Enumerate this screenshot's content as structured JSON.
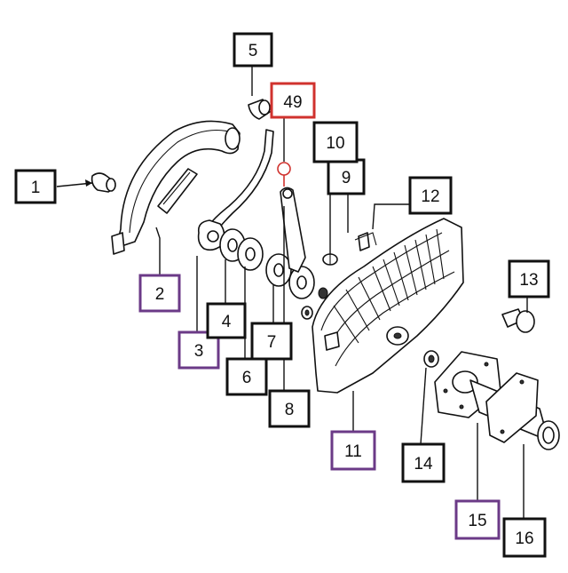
{
  "colors": {
    "box_default": "#111111",
    "box_purple": "#6b3a87",
    "box_red": "#d0322e",
    "line": "#111111",
    "background": "#ffffff"
  },
  "callouts": [
    {
      "id": "c1",
      "text": "1",
      "style": "default"
    },
    {
      "id": "c2",
      "text": "2",
      "style": "purple"
    },
    {
      "id": "c3",
      "text": "3",
      "style": "purple"
    },
    {
      "id": "c4",
      "text": "4",
      "style": "default"
    },
    {
      "id": "c5",
      "text": "5",
      "style": "default"
    },
    {
      "id": "c6",
      "text": "6",
      "style": "default"
    },
    {
      "id": "c7",
      "text": "7",
      "style": "default"
    },
    {
      "id": "c8",
      "text": "8",
      "style": "default"
    },
    {
      "id": "c9",
      "text": "9",
      "style": "default"
    },
    {
      "id": "c10",
      "text": "10",
      "style": "default"
    },
    {
      "id": "c11",
      "text": "11",
      "style": "purple"
    },
    {
      "id": "c12",
      "text": "12",
      "style": "default"
    },
    {
      "id": "c13",
      "text": "13",
      "style": "default"
    },
    {
      "id": "c14",
      "text": "14",
      "style": "default"
    },
    {
      "id": "c15",
      "text": "15",
      "style": "purple"
    },
    {
      "id": "c16",
      "text": "16",
      "style": "default"
    },
    {
      "id": "c49",
      "text": "49",
      "style": "red"
    }
  ]
}
